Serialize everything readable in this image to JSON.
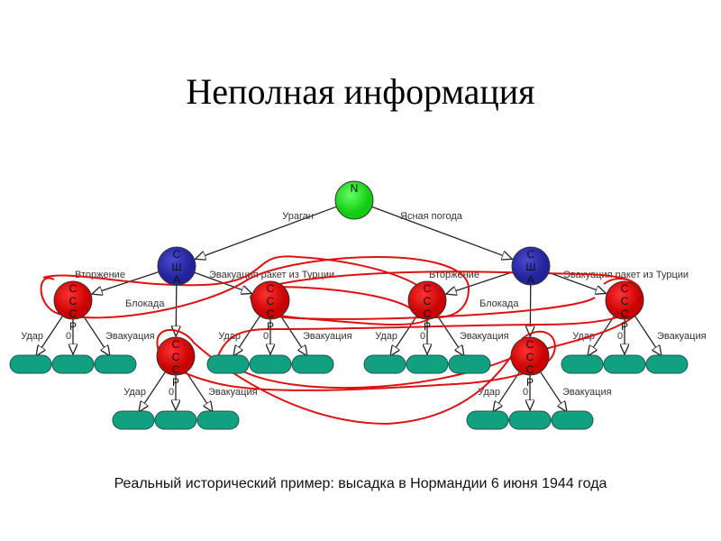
{
  "title": "Неполная информация",
  "caption": "Реальный исторический пример: высадка в Нормандии 6 июня 1944 года",
  "colors": {
    "nature": "#22dd22",
    "usa": "#2a2aaa",
    "ussr": "#dd1111",
    "leaf": "#11a080",
    "infoset": "#dd1111"
  },
  "root": {
    "label": "N",
    "edges": [
      "Ураган",
      "Ясная погода"
    ]
  },
  "usa_node": {
    "label": [
      "С",
      "Ш",
      "А"
    ],
    "edges": [
      "Вторжение",
      "Блокада",
      "Эвакуация ракет из Турции"
    ]
  },
  "ussr_node": {
    "label": [
      "С",
      "С",
      "С",
      "Р"
    ],
    "edges": [
      "Удар",
      "0",
      "Эвакуация"
    ]
  }
}
